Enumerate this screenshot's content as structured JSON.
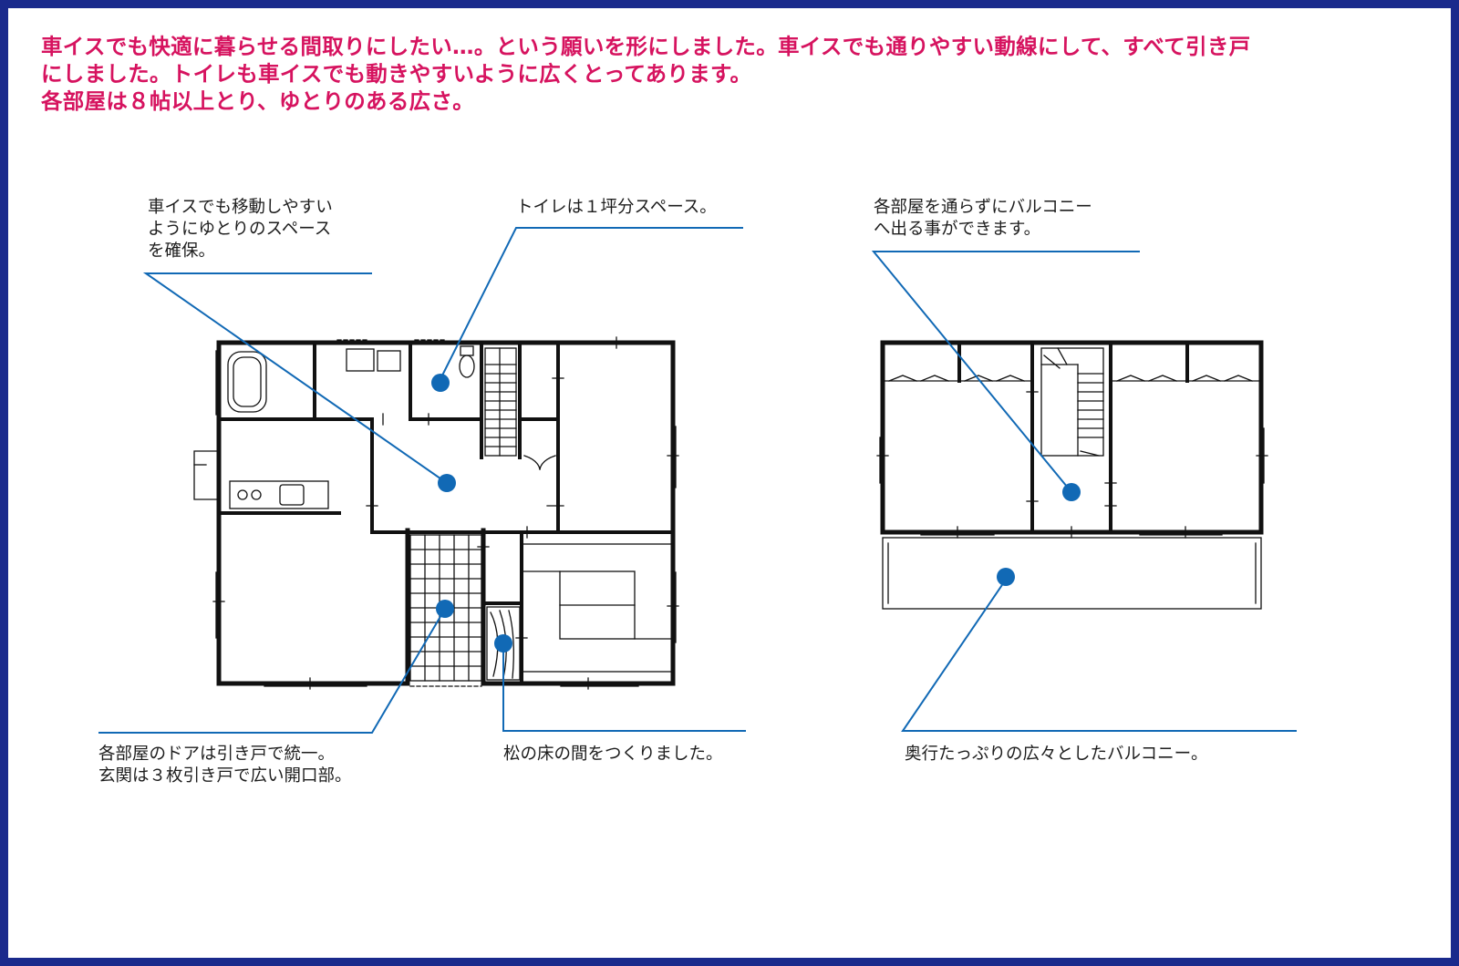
{
  "headline": {
    "line1": "車イスでも快適に暮らせる間取りにしたい…。という願いを形にしました。車イスでも通りやすい動線にして、すべて引き戸",
    "line2": "にしました。トイレも車イスでも動きやすいように広くとってあります。",
    "line3": "各部屋は８帖以上とり、ゆとりのある広さ。"
  },
  "callouts": {
    "space": {
      "line1": "車イスでも移動しやすい",
      "line2": "ようにゆとりのスペース",
      "line3": "を確保。"
    },
    "toilet": {
      "line1": "トイレは１坪分スペース。"
    },
    "doors": {
      "line1": "各部屋のドアは引き戸で統一。",
      "line2": "玄関は３枚引き戸で広い開口部。"
    },
    "tokonoma": {
      "line1": "松の床の間をつくりました。"
    },
    "balcony_access": {
      "line1": "各部屋を通らずにバルコニー",
      "line2": "へ出る事ができます。"
    },
    "balcony": {
      "line1": "奥行たっぷりの広々としたバルコニー。"
    }
  },
  "colors": {
    "frame": "#1a2a8c",
    "headline": "#d6135f",
    "callout_line": "#1169b5",
    "wall": "#111111"
  }
}
